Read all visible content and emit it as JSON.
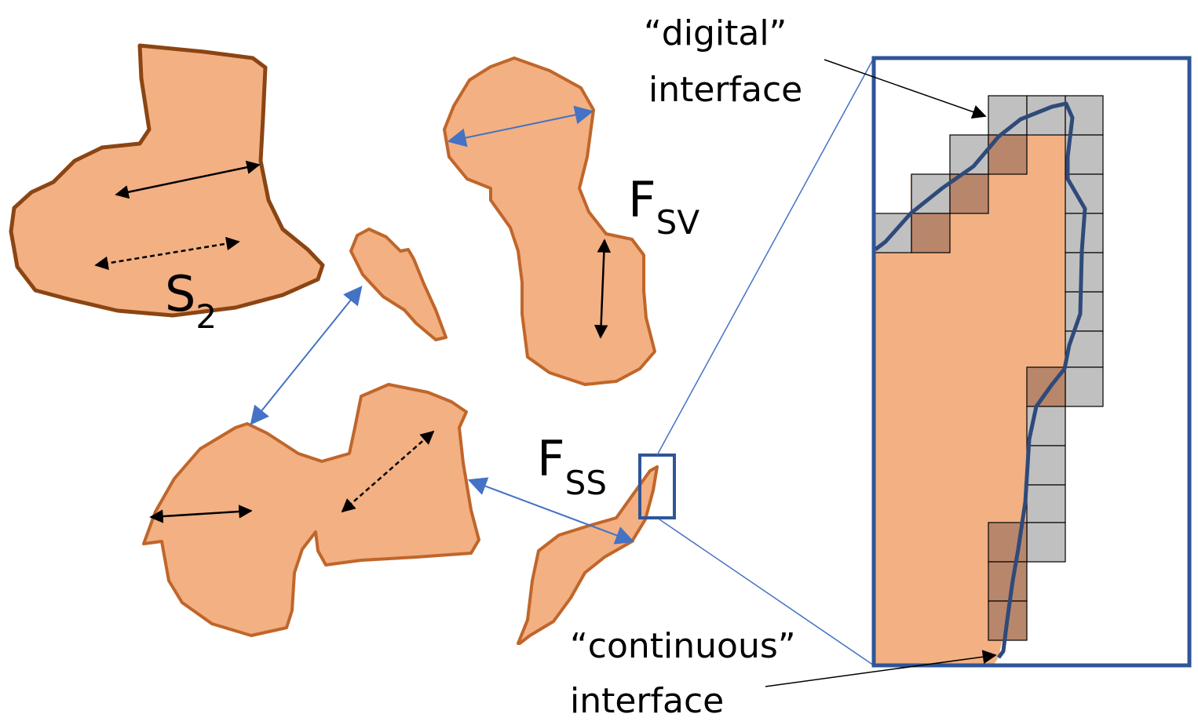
{
  "labels": {
    "s2": {
      "main": "S",
      "sub": "2"
    },
    "fsv": {
      "main": "F",
      "sub": "SV"
    },
    "fss": {
      "main": "F",
      "sub": "SS"
    },
    "digital": {
      "line1": "“digital”",
      "line2": "interface"
    },
    "continuous": {
      "line1": "“continuous”",
      "line2": "interface"
    }
  },
  "colors": {
    "particle_fill": "#f2b083",
    "particle_stroke_dark": "#8b4513",
    "particle_stroke": "#c0662a",
    "blue_arrow": "#4472c4",
    "zoom_box": "#2f5597",
    "pixel_fill": "#c0c0c0",
    "pixel_overlap": "#b8866b",
    "interface_curve": "#2f4a7a",
    "black_arrow": "#000000"
  },
  "icons": {
    "arrowheads": "triangle-arrowhead",
    "grid_cells": "square-pixel"
  }
}
